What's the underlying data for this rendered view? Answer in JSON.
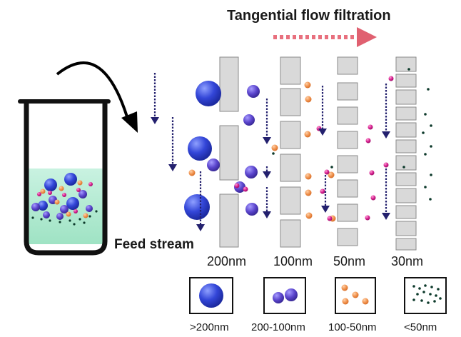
{
  "title": "Tangential flow filtration",
  "feed_label": "Feed stream",
  "membranes": [
    {
      "label": "200nm"
    },
    {
      "label": "100nm"
    },
    {
      "label": "50nm"
    },
    {
      "label": "30nm"
    }
  ],
  "legend": [
    {
      "label": ">200nm",
      "particle": "large-blue-sphere"
    },
    {
      "label": "200-100nm",
      "particle": "medium-purple-sphere"
    },
    {
      "label": "100-50nm",
      "particle": "orange-particle"
    },
    {
      "label": "<50nm",
      "particle": "dark-dot"
    }
  ],
  "colors": {
    "flow_arrow": "#e8707e",
    "down_arrow": "#23206e",
    "membrane": "#d9d9d9",
    "large": "#2a3bd0",
    "medium": "#5a47c8",
    "orange": "#f0924e",
    "pink": "#d6208f",
    "dark": "#0d3a2b",
    "liquid": "#b6ecd5"
  }
}
